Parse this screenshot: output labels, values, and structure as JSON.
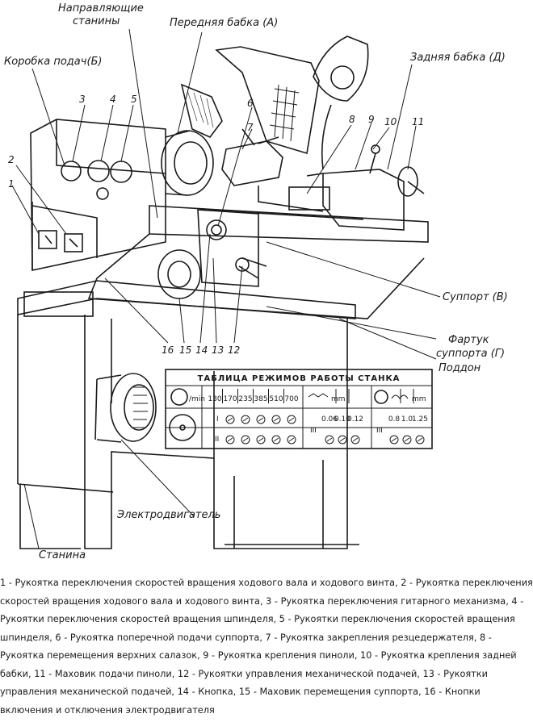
{
  "diagram": {
    "labels": {
      "guides": "Направляющие\nстанины",
      "headstock": "Передняя  бабка (А)",
      "feedbox": "Коробка подач(Б)",
      "tailstock": "Задняя бабка (Д)",
      "carriage": "Суппорт (В)",
      "apron": "Фартук\nсуппорта (Г)",
      "tray": "Поддон",
      "motor": "Электродвигатель",
      "bed": "Станина"
    },
    "numbers": [
      "1",
      "2",
      "3",
      "4",
      "5",
      "6",
      "7",
      "8",
      "9",
      "10",
      "11",
      "12",
      "13",
      "14",
      "15",
      "16"
    ],
    "table": {
      "title": "ТАБЛИЦА  РЕЖИМОВ  РАБОТЫ  СТАНКА",
      "rpm_unit": "/min",
      "rpm_values": [
        "130",
        "170",
        "235",
        "385",
        "510",
        "700"
      ],
      "feed_unit": "mm",
      "feed_values": [
        "0.06",
        "0.10",
        "0.12"
      ],
      "thread_unit": "mm",
      "thread_values": [
        "0.8",
        "1.0",
        "1.25"
      ],
      "roman": [
        "I",
        "II",
        "III"
      ]
    }
  },
  "caption": "1 - Рукоятка переключения скоростей вращения ходового вала и ходового винта, 2 - Рукоятка переключения скоростей вращения ходового вала и ходового винта, 3 - Рукоятка переключения гитарного механизма, 4 - Рукоятки переключения скоростей вращения шпинделя, 5 - Рукоятки переключения скоростей вращения шпинделя, 6 - Рукоятка поперечной подачи суппорта, 7 - Рукоятка закрепления резцедержателя, 8 - Рукоятка перемещения верхних салазок, 9 - Рукоятка крепления пиноли, 10 - Рукоятка крепления задней бабки, 11 - Маховик подачи пиноли, 12 - Рукоятки управления механической подачей, 13 - Рукоятки управления механической подачей, 14 - Кнопка, 15 - Маховик перемещения суппорта, 16 - Кнопки включения и отключения электродвигателя"
}
